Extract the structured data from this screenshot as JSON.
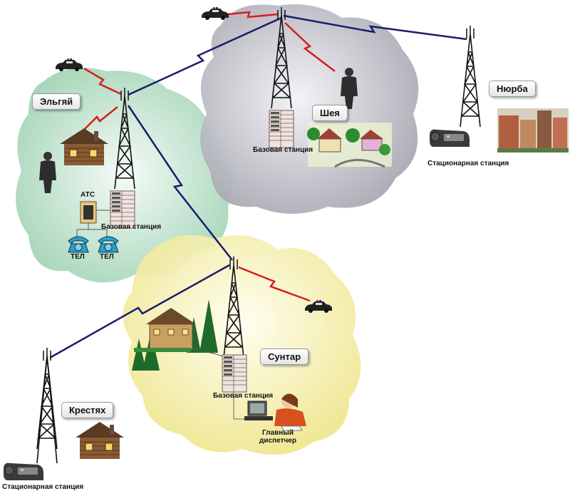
{
  "locations": {
    "elgyai": "Эльгяй",
    "sheya": "Шея",
    "nyurba": "Нюрба",
    "suntar": "Сунтар",
    "krestyakh": "Крестях"
  },
  "labels": {
    "base_station": "Базовая станция",
    "ats": "АТС",
    "tel": "ТЕЛ",
    "stationary_station": "Стационарная станция",
    "dispatcher_line1": "Главный",
    "dispatcher_line2": "диспетчер"
  },
  "colors": {
    "zone_elgyai": "#b9dfc8",
    "zone_sheya": "#c4c4cc",
    "zone_suntar": "#f6f1b0",
    "backbone_link": "#1c1c6e",
    "radio_link": "#d61e1e"
  }
}
